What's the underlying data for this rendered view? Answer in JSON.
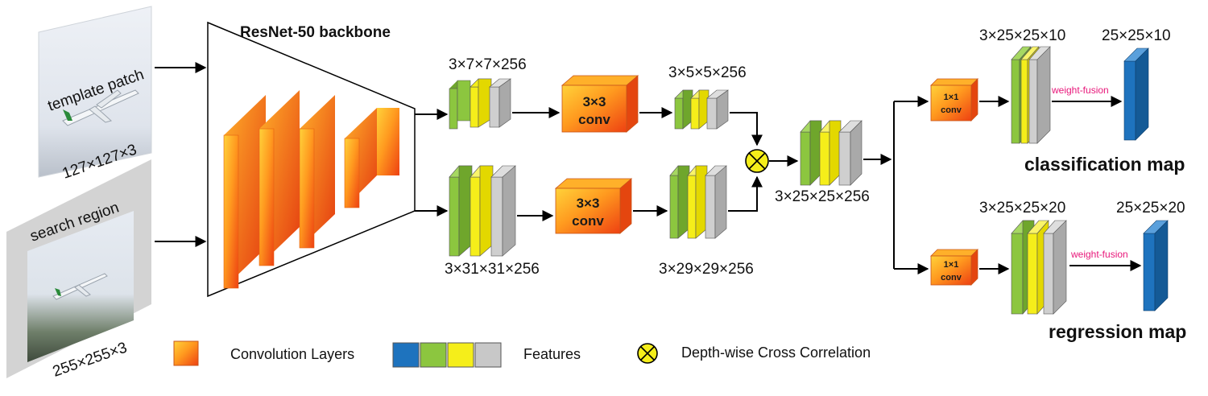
{
  "inputs": {
    "template_label": "template patch",
    "template_size": "127×127×3",
    "search_label": "search region",
    "search_size": "255×255×3"
  },
  "backbone": {
    "title": "ResNet-50 backbone"
  },
  "features": {
    "template_feat": "3×7×7×256",
    "search_feat": "3×31×31×256",
    "template_adj": "3×5×5×256",
    "search_adj": "3×29×29×256",
    "correlated": "3×25×25×256",
    "cls_feat": "3×25×25×10",
    "reg_feat": "3×25×25×20",
    "cls_out": "25×25×10",
    "reg_out": "25×25×20"
  },
  "convs": {
    "large_line1": "3×3",
    "large_line2": "conv",
    "small_line1": "1×1",
    "small_line2": "conv"
  },
  "fusion_label": "weight-fusion",
  "outputs": {
    "classification": "classification map",
    "regression": "regression map"
  },
  "legend": {
    "conv_layers": "Convolution Layers",
    "features": "Features",
    "dw_xcorr": "Depth-wise Cross Correlation"
  },
  "colors": {
    "green": "#8cc63f",
    "yellow": "#f5ee1a",
    "gray": "#c8c8c8",
    "blue": "#1e73be",
    "conv_start": "#ff9a1f",
    "conv_end": "#ee4112",
    "fusion_text": "#e8177a"
  }
}
